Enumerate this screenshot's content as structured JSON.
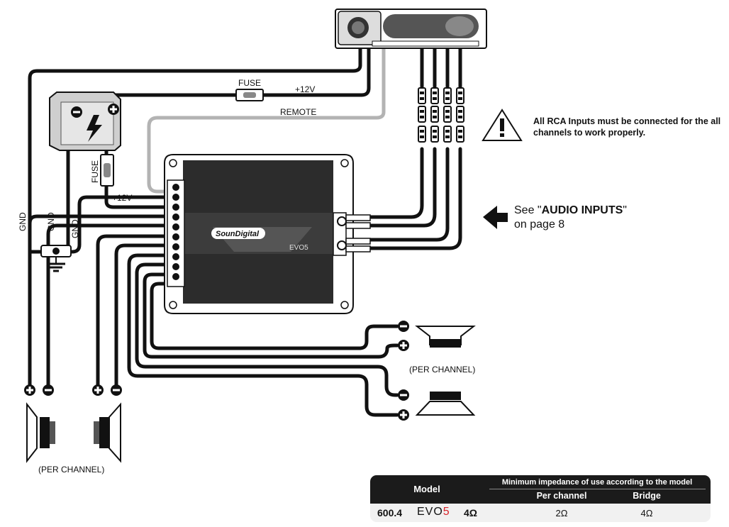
{
  "labels": {
    "fuse_top": "FUSE",
    "plus12_top": "+12V",
    "remote": "REMOTE",
    "fuse_vertical": "FUSE",
    "plus12_amp": "+12V",
    "gnd_1": "GND",
    "gnd_2": "GND",
    "gnd_3": "GND",
    "amp_brand": "SounDigital",
    "amp_model": "EVO5",
    "per_channel_right": "(PER CHANNEL)",
    "per_channel_left": "(PER CHANNEL)"
  },
  "notes": {
    "rca_warning": "All RCA Inputs must be connected for the all channels to work properly.",
    "see_prefix": "See \"",
    "see_bold": "AUDIO INPUTS",
    "see_suffix": "\"",
    "see_page": "on page 8"
  },
  "table": {
    "model_header": "Model",
    "title": "Minimum impedance of use according to the model",
    "per_channel_header": "Per channel",
    "bridge_header": "Bridge",
    "row": {
      "model": "600.4",
      "evo_main": "EVO",
      "evo_num": "5",
      "impedance": "4Ω",
      "per_channel": "2Ω",
      "bridge": "4Ω"
    }
  },
  "colors": {
    "wire": "#111111",
    "remote_wire": "#b3b3b3",
    "accent_red": "#d8232a"
  },
  "icons": [
    "warning-icon",
    "arrow-left-icon",
    "battery-icon",
    "ground-icon",
    "speaker-icon",
    "fuse-icon",
    "head-unit-icon",
    "rca-plug-icon"
  ]
}
